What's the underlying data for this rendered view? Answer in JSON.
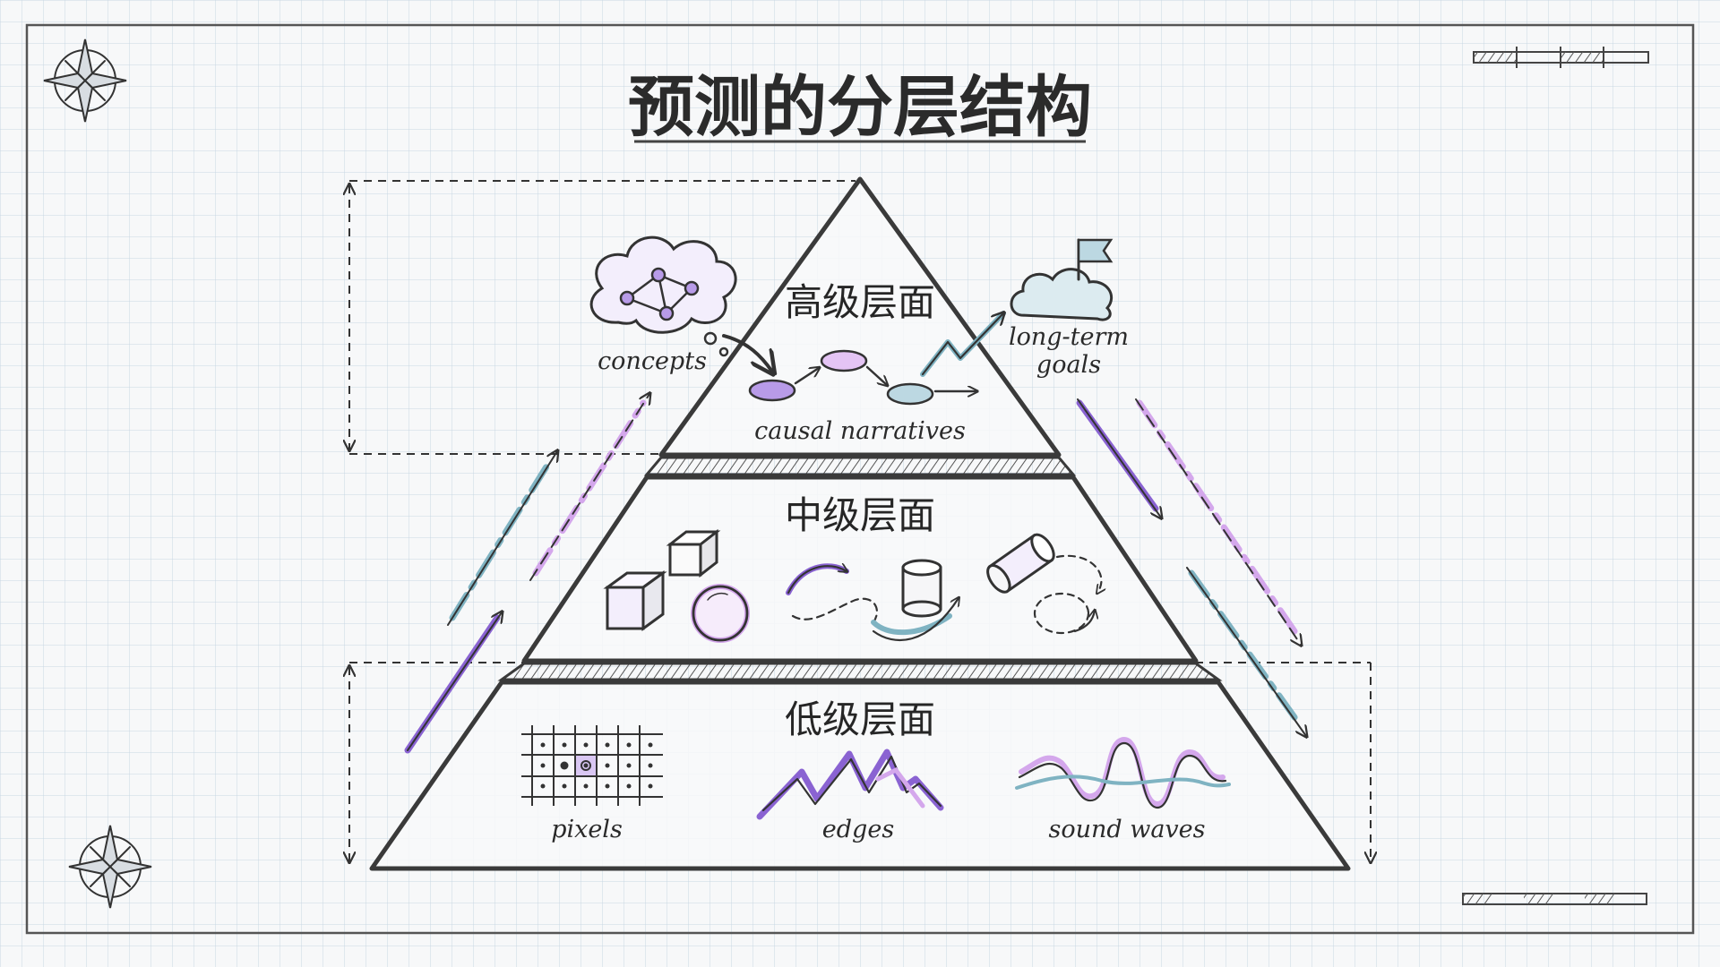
{
  "title": "预测的分层结构",
  "tiers": {
    "high": {
      "name": "高级层面",
      "labels": {
        "concepts": "concepts",
        "causal": "causal narratives",
        "goals_line1": "long-term",
        "goals_line2": "goals"
      }
    },
    "mid": {
      "name": "中级层面"
    },
    "low": {
      "name": "低级层面",
      "labels": {
        "pixels": "pixels",
        "edges": "edges",
        "sound": "sound waves"
      }
    }
  },
  "colors": {
    "ink": "#333333",
    "purple": "#8a63d2",
    "lavender": "#d4a7ec",
    "teal": "#7fb3c2",
    "grid": "#c9d7e4",
    "paper": "#f7f8f9"
  },
  "icons": [
    "compass-rose-icon",
    "scale-bar-icon",
    "cloud-icon",
    "flag-icon",
    "cube-icon",
    "sphere-icon",
    "cylinder-icon",
    "network-icon"
  ]
}
